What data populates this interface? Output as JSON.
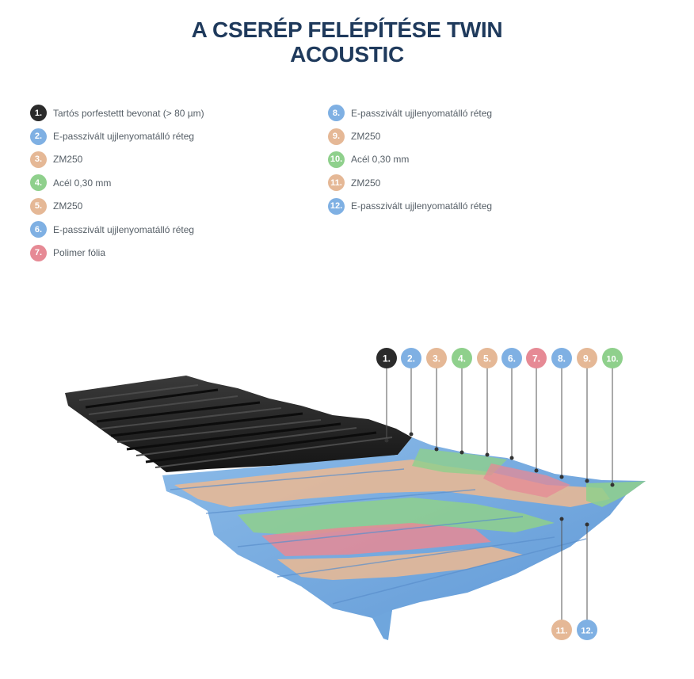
{
  "title": {
    "line1": "A CSERÉP FELÉPÍTÉSE TWIN",
    "line2": "ACOUSTIC"
  },
  "colors": {
    "black": "#2b2b2b",
    "blue": "#7fb0e3",
    "peach": "#e5b896",
    "green": "#8fd08c",
    "red": "#e68a95",
    "title": "#1f3a5c"
  },
  "legend": {
    "left": [
      {
        "num": "1.",
        "text": "Tartós porfestettt bevonat (> 80 µm)",
        "color": "#2b2b2b"
      },
      {
        "num": "2.",
        "text": "E-passzivált ujjlenyomatálló réteg",
        "color": "#7fb0e3"
      },
      {
        "num": "3.",
        "text": "ZM250",
        "color": "#e5b896"
      },
      {
        "num": "4.",
        "text": "Acél 0,30 mm",
        "color": "#8fd08c"
      },
      {
        "num": "5.",
        "text": "ZM250",
        "color": "#e5b896"
      },
      {
        "num": "6.",
        "text": "E-passzivált ujjlenyomatálló réteg",
        "color": "#7fb0e3"
      },
      {
        "num": "7.",
        "text": "Polimer fólia",
        "color": "#e68a95"
      }
    ],
    "right": [
      {
        "num": "8.",
        "text": "E-passzivált ujjlenyomatálló réteg",
        "color": "#7fb0e3"
      },
      {
        "num": "9.",
        "text": "ZM250",
        "color": "#e5b896"
      },
      {
        "num": "10.",
        "text": "Acél 0,30 mm",
        "color": "#8fd08c"
      },
      {
        "num": "11.",
        "text": "ZM250",
        "color": "#e5b896"
      },
      {
        "num": "12.",
        "text": "E-passzivált ujjlenyomatálló réteg",
        "color": "#7fb0e3"
      }
    ]
  },
  "callouts": {
    "top": [
      {
        "num": "1.",
        "color": "#2b2b2b"
      },
      {
        "num": "2.",
        "color": "#7fb0e3"
      },
      {
        "num": "3.",
        "color": "#e5b896"
      },
      {
        "num": "4.",
        "color": "#8fd08c"
      },
      {
        "num": "5.",
        "color": "#e5b896"
      },
      {
        "num": "6.",
        "color": "#7fb0e3"
      },
      {
        "num": "7.",
        "color": "#e68a95"
      },
      {
        "num": "8.",
        "color": "#7fb0e3"
      },
      {
        "num": "9.",
        "color": "#e5b896"
      },
      {
        "num": "10.",
        "color": "#8fd08c"
      }
    ],
    "bottom": [
      {
        "num": "11.",
        "color": "#e5b896"
      },
      {
        "num": "12.",
        "color": "#7fb0e3"
      }
    ]
  }
}
